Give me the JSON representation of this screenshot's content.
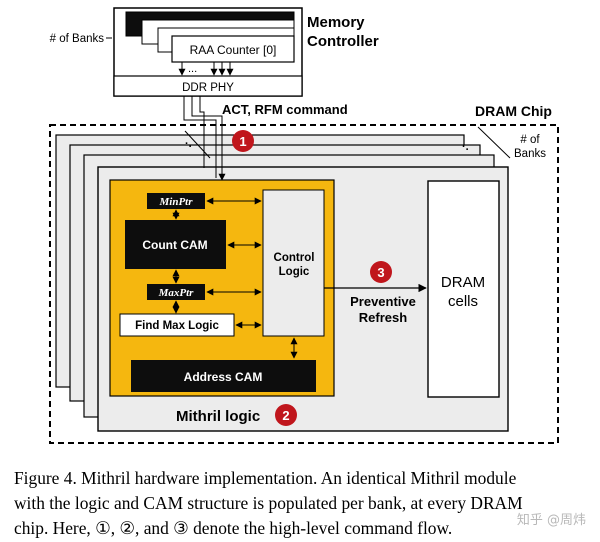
{
  "figure": {
    "memory_controller": {
      "title_line1": "Memory",
      "title_line2": "Controller",
      "banks_label": "# of Banks",
      "raa_counter": "RAA Counter [0]",
      "ddr_phy": "DDR PHY",
      "dots": "...",
      "dots_short": "..."
    },
    "command_label": "ACT, RFM command",
    "dram_chip_label": "DRAM Chip",
    "banks_label_line1": "# of",
    "banks_label_line2": "Banks",
    "mithril": {
      "min_ptr": "MinPtr",
      "count_cam": "Count CAM",
      "max_ptr": "MaxPtr",
      "find_max_logic": "Find Max Logic",
      "control_logic_line1": "Control",
      "control_logic_line2": "Logic",
      "address_cam": "Address CAM",
      "logic_label": "Mithril logic"
    },
    "preventive_refresh_line1": "Preventive",
    "preventive_refresh_line2": "Refresh",
    "dram_cells_line1": "DRAM",
    "dram_cells_line2": "cells",
    "step_markers": [
      "1",
      "2",
      "3"
    ],
    "colors": {
      "mithril_fill": "#f5b70f",
      "marker_fill": "#c0161c",
      "bank_fill": "#ececec",
      "black_block": "#0d0d0d"
    }
  },
  "caption": {
    "line1": "Figure 4.   Mithril hardware implementation. An identical Mithril module",
    "line2": "with the logic and CAM structure is populated per bank, at every DRAM",
    "line3": "chip. Here, ①, ②, and ③ denote the high-level command flow."
  },
  "watermark": "知乎 @周炜"
}
